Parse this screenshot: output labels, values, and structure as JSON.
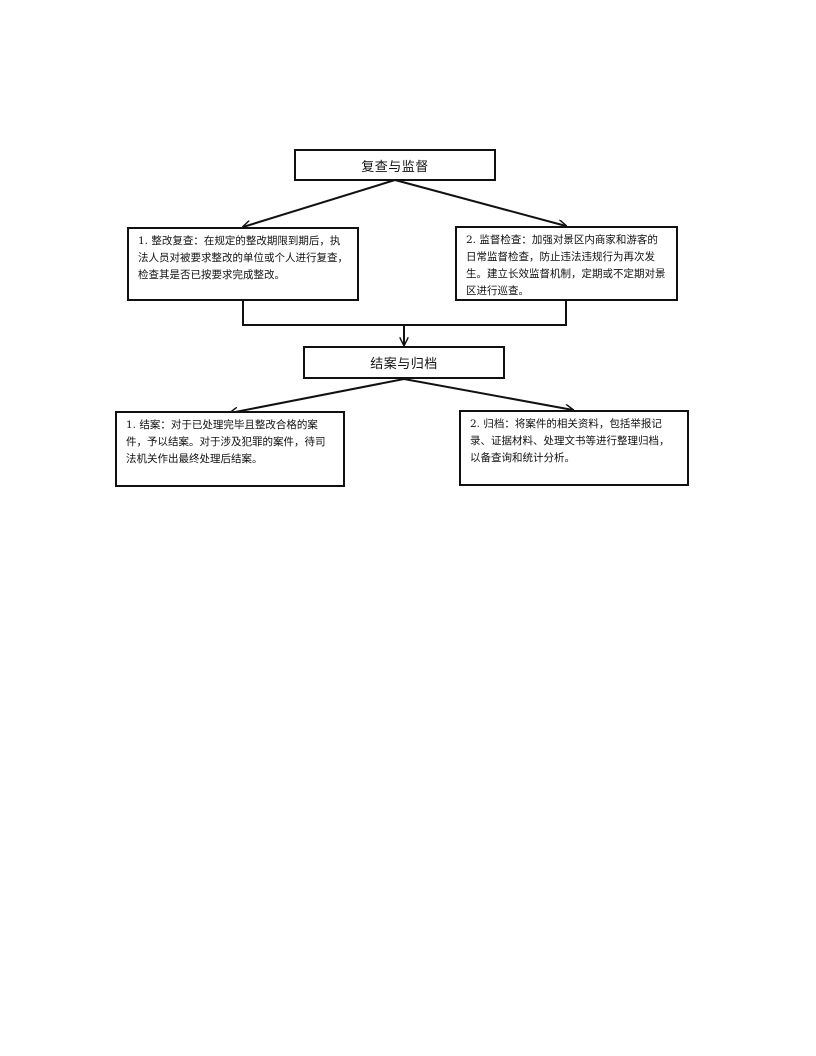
{
  "section1": {
    "title": "复查与监督",
    "left_text": "1. 整改复查：在规定的整改期限到期后，执法人员对被要求整改的单位或个人进行复查，检查其是否已按要求完成整改。",
    "right_text": "2. 监督检查：加强对景区内商家和游客的日常监督检查，防止违法违规行为再次发生。建立长效监督机制，定期或不定期对景区进行巡查。"
  },
  "section2": {
    "title": "结案与归档",
    "left_text": "1. 结案：对于已处理完毕且整改合格的案件，予以结案。对于涉及犯罪的案件，待司法机关作出最终处理后结案。",
    "right_text": "2. 归档：将案件的相关资料，包括举报记录、证据材料、处理文书等进行整理归档，以备查询和统计分析。"
  }
}
